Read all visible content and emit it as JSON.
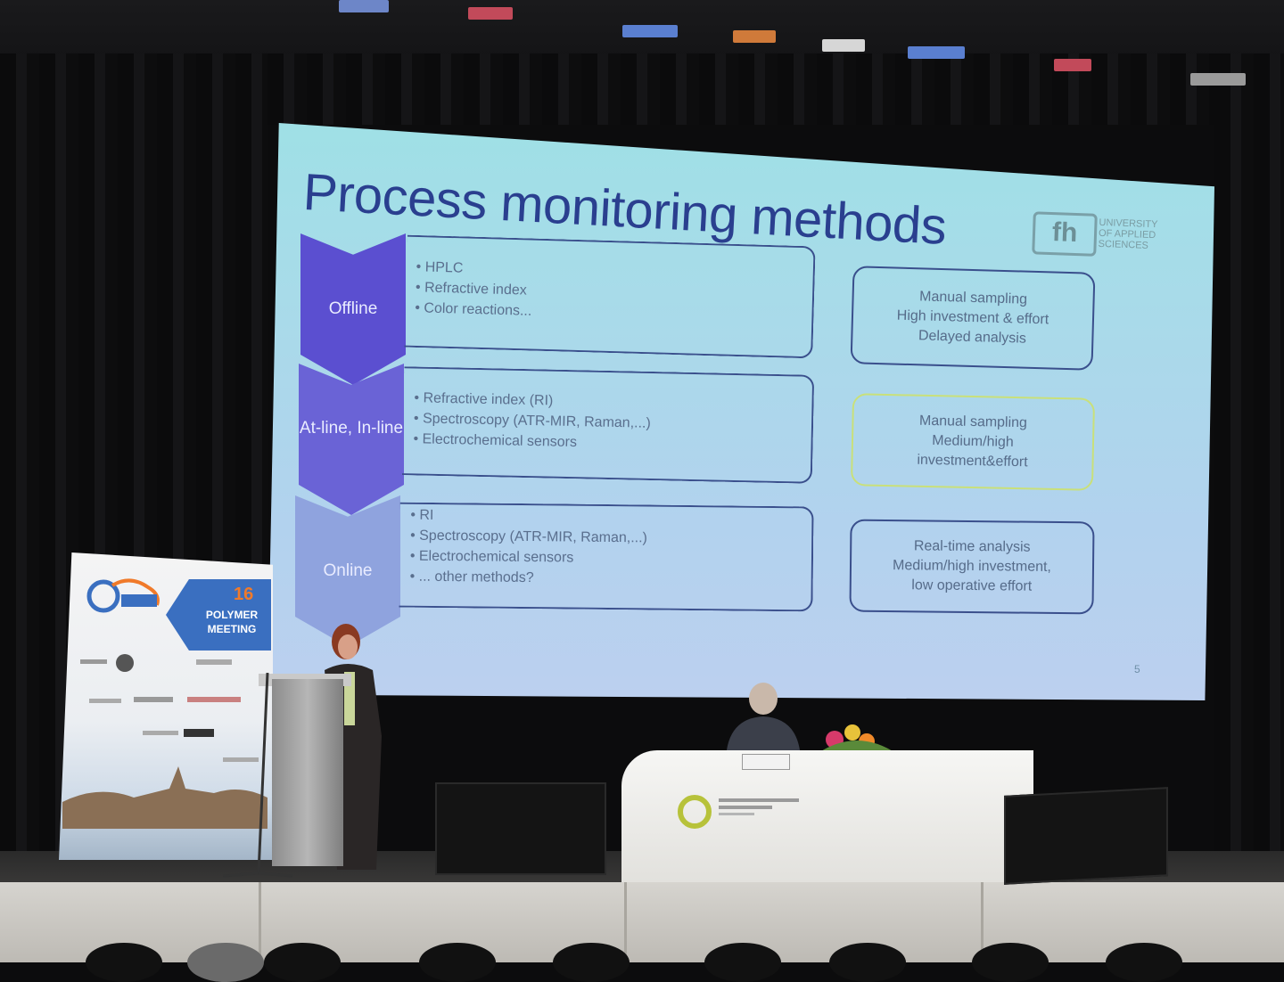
{
  "slide": {
    "title": "Process monitoring methods",
    "page_number": "5",
    "logo_text": "fh",
    "logo_subtext": "UNIVERSITY OF APPLIED SCIENCES",
    "rows": [
      {
        "stage": "Offline",
        "methods": [
          "HPLC",
          "Refractive index",
          "Color reactions..."
        ],
        "summary": [
          "Manual sampling",
          "High investment & effort",
          "Delayed analysis"
        ],
        "chevron_color": "#5b4fd0",
        "summary_border": "#3a4f8c"
      },
      {
        "stage": "At-line, In-line",
        "methods": [
          "Refractive index (RI)",
          "Spectroscopy (ATR-MIR, Raman,...)",
          "Electrochemical sensors"
        ],
        "summary": [
          "Manual sampling",
          "Medium/high",
          "investment&effort"
        ],
        "chevron_color": "#6a63d6",
        "summary_border": "#c9e07a"
      },
      {
        "stage": "Online",
        "methods": [
          "RI",
          "Spectroscopy (ATR-MIR, Raman,...)",
          "Electrochemical sensors",
          "... other methods?"
        ],
        "summary": [
          "Real-time analysis",
          "Medium/high investment,",
          "low operative effort"
        ],
        "chevron_color": "#8fa3de",
        "summary_border": "#3a4f8c"
      }
    ]
  },
  "banner": {
    "number": "16",
    "line1": "POLYMER",
    "line2": "MEETING"
  }
}
